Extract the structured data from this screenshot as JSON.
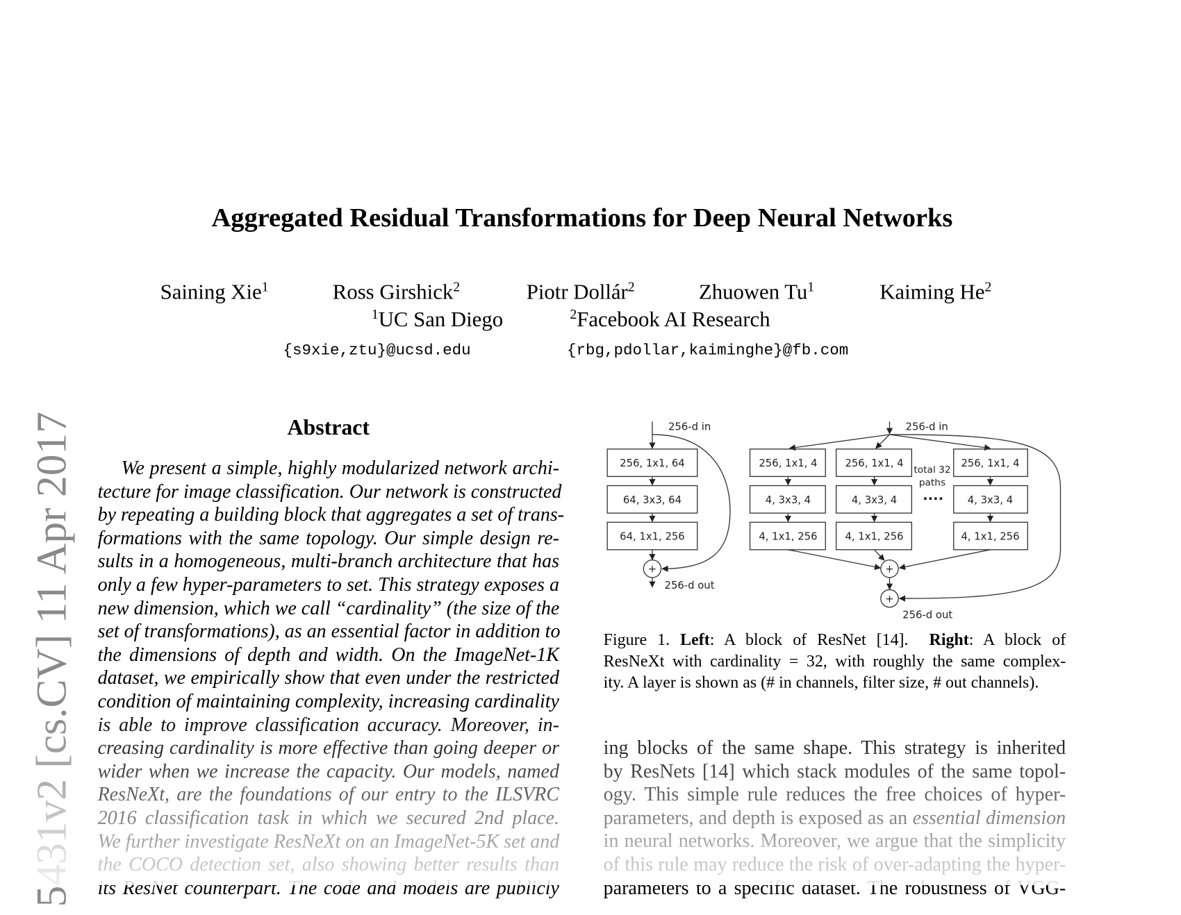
{
  "stamp": "5431v2  [cs.CV]  11 Apr 2017",
  "title": "Aggregated Residual Transformations for Deep Neural Networks",
  "authors": [
    {
      "name": "Saining Xie",
      "sup": "1"
    },
    {
      "name": "Ross Girshick",
      "sup": "2"
    },
    {
      "name": "Piotr Dollár",
      "sup": "2"
    },
    {
      "name": "Zhuowen Tu",
      "sup": "1"
    },
    {
      "name": "Kaiming He",
      "sup": "2"
    }
  ],
  "affiliations": [
    {
      "sup": "1",
      "name": "UC San Diego"
    },
    {
      "sup": "2",
      "name": "Facebook AI Research"
    }
  ],
  "emails": [
    "{s9xie,ztu}@ucsd.edu",
    "{rbg,pdollar,kaiminghe}@fb.com"
  ],
  "abstract": {
    "heading": "Abstract",
    "lines": [
      "We present a simple, highly modularized network archi-",
      "tecture for image classification. Our network is constructed",
      "by repeating a building block that aggregates a set of trans-",
      "formations with the same topology.  Our simple design re-",
      "sults in a homogeneous, multi-branch architecture that has",
      "only a few hyper-parameters to set. This strategy exposes a",
      "new dimension, which we call “cardinality” (the size of the",
      "set of transformations), as an essential factor in addition to",
      "the dimensions of depth and width.  On the ImageNet-1K",
      "dataset, we empirically show that even under the restricted",
      "condition of maintaining complexity, increasing cardinality",
      "is able to improve classification accuracy.  Moreover, in-",
      "creasing cardinality is more effective than going deeper or",
      "wider when we increase the capacity.  Our models, named",
      "ResNeXt, are the foundations of our entry to the ILSVRC",
      "2016 classification task in which we secured 2nd place.",
      "We further investigate ResNeXt on an ImageNet-5K set and",
      "the COCO detection set, also showing better results than",
      "its ResNet counterpart.  The code and models are publicly"
    ]
  },
  "figure": {
    "left": {
      "input": "256-d in",
      "layers": [
        "256, 1x1, 64",
        "64, 3x3, 64",
        "64, 1x1, 256"
      ],
      "output": "256-d out"
    },
    "right": {
      "input": "256-d in",
      "paths": [
        [
          "256, 1x1, 4",
          "4, 3x3, 4",
          "4, 1x1, 256"
        ],
        [
          "256, 1x1, 4",
          "4, 3x3, 4",
          "4, 1x1, 256"
        ],
        [
          "256, 1x1, 4",
          "4, 3x3, 4",
          "4, 1x1, 256"
        ]
      ],
      "note_line1": "total 32",
      "note_line2": "paths",
      "ellipsis": "····",
      "output": "256-d out"
    },
    "plus": "+",
    "caption": {
      "label": "Figure 1.",
      "left_bold": "Left",
      "left_text": ":  A block of ResNet [14].",
      "right_bold": "Right",
      "right_text": ":  A block of",
      "line2": "ResNeXt with cardinality = 32, with roughly the same complex-",
      "line3": "ity. A layer is shown as (# in channels, filter size, # out channels)."
    }
  },
  "body": {
    "lines": [
      "ing blocks of the same shape.  This strategy is inherited",
      "by ResNets [14] which stack modules of the same topol-",
      "ogy.  This simple rule reduces the free choices of hyper-"
    ],
    "line4_a": "parameters, and depth is exposed as an ",
    "line4_italic": "essential dimension",
    "lines_after": [
      "in neural networks. Moreover, we argue that the simplicity",
      "of this rule may reduce the risk of over-adapting the hyper-",
      "parameters to a specific dataset.  The robustness of VGG-"
    ]
  }
}
